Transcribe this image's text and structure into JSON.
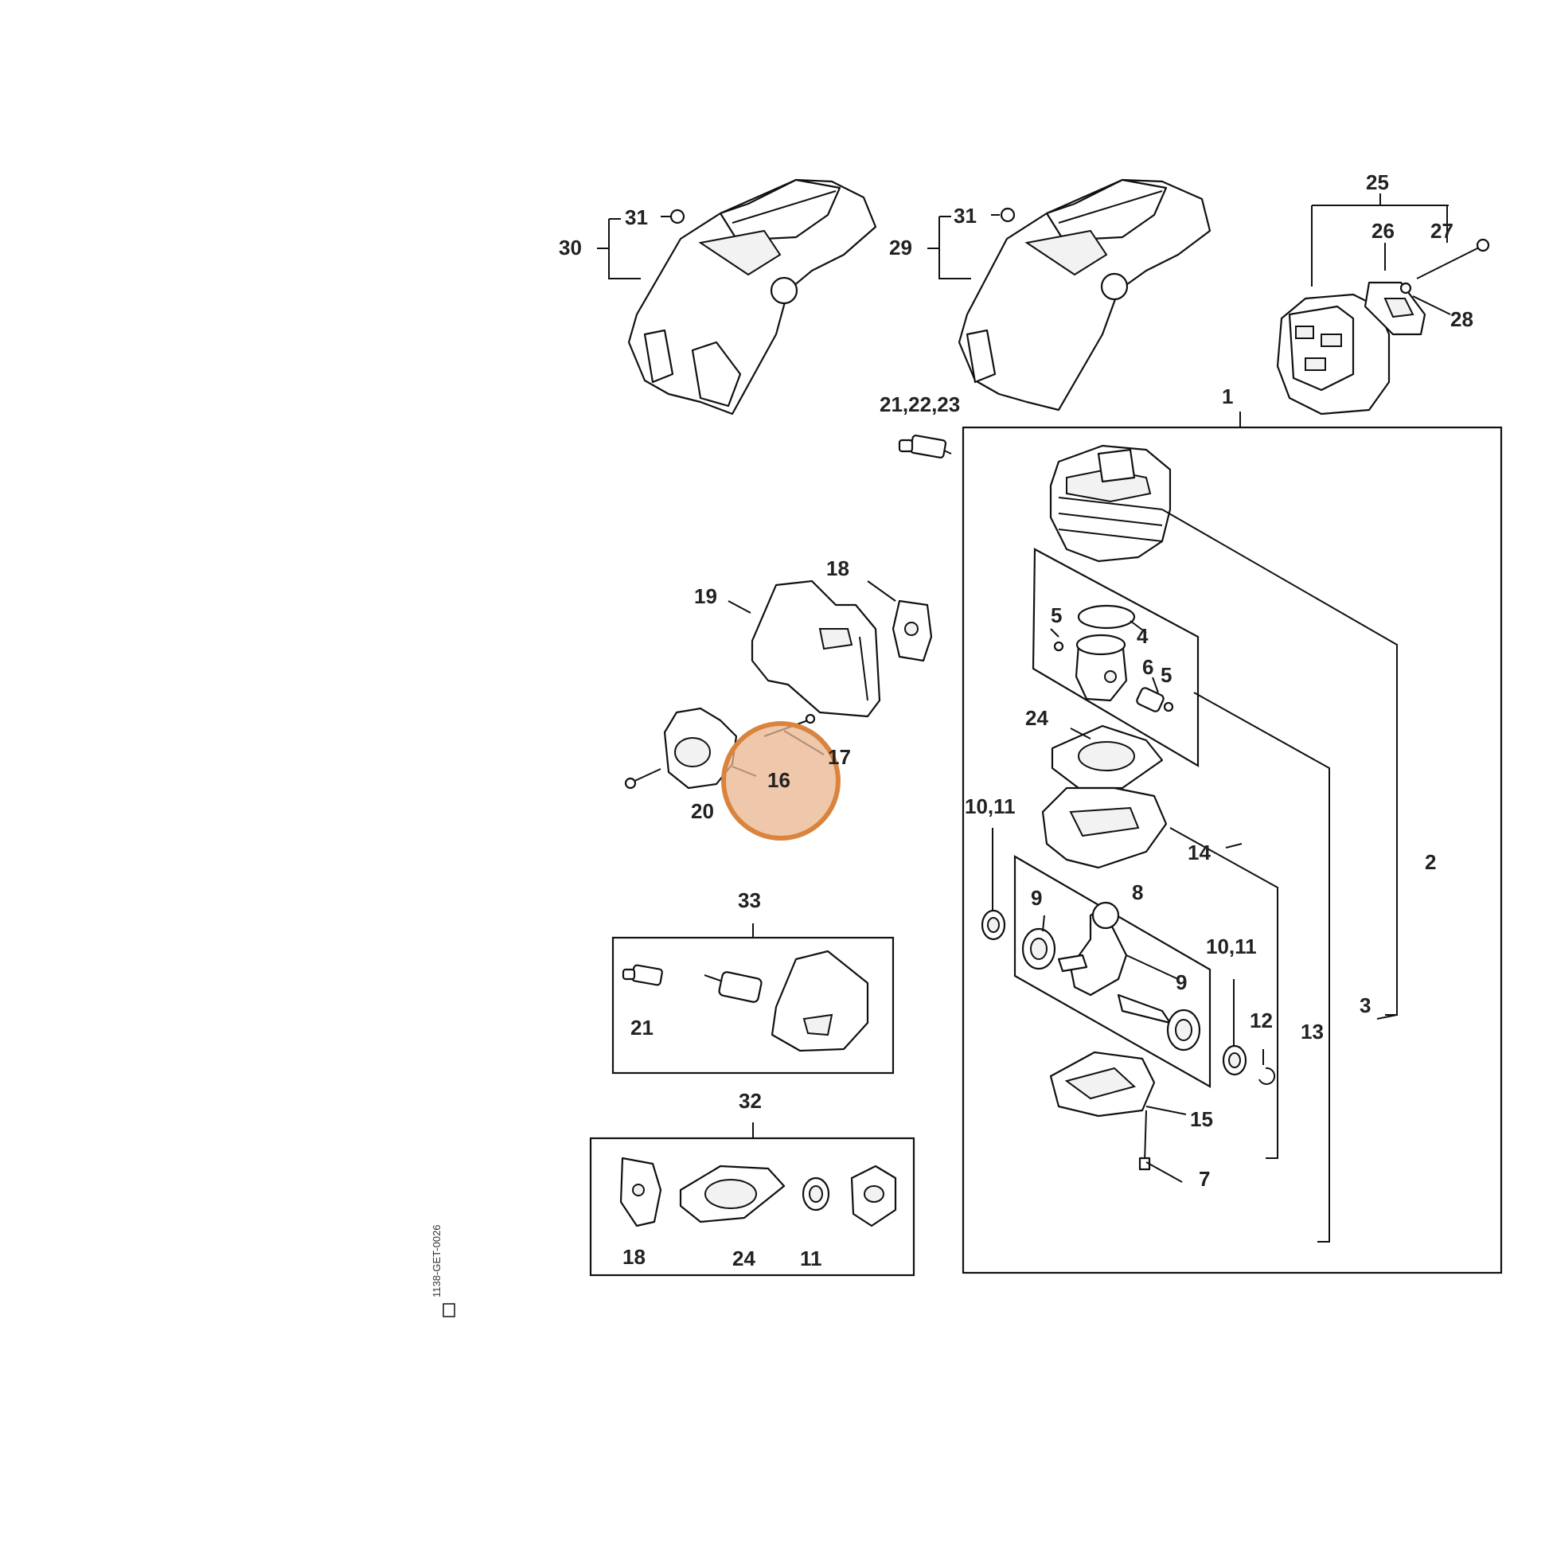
{
  "highlight": {
    "part": "16",
    "color": "#d9843e"
  },
  "drawing_code": "1138-GET-0026",
  "labels": {
    "p1": "1",
    "p2": "2",
    "p3": "3",
    "p4": "4",
    "p5a": "5",
    "p5b": "5",
    "p6": "6",
    "p7": "7",
    "p8": "8",
    "p9a": "9",
    "p9b": "9",
    "p10_11a": "10,11",
    "p10_11b": "10,11",
    "p12": "12",
    "p13": "13",
    "p14": "14",
    "p15": "15",
    "p16": "16",
    "p17": "17",
    "p18a": "18",
    "p18b": "18",
    "p19": "19",
    "p20": "20",
    "p21a": "21,22,23",
    "p21b": "21",
    "p24a": "24",
    "p24b": "24",
    "p25": "25",
    "p26": "26",
    "p27": "27",
    "p28": "28",
    "p29": "29",
    "p30": "30",
    "p31a": "31",
    "p31b": "31",
    "p32": "32",
    "p33": "33",
    "p11": "11"
  }
}
